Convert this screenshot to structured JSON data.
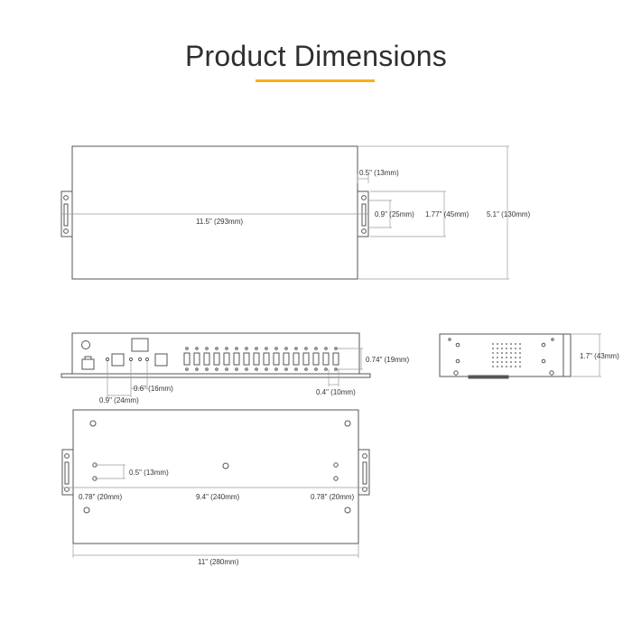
{
  "title": "Product Dimensions",
  "accent_color": "#f5b01c",
  "outline_color": "#555555",
  "dimension_line_color": "#9a9a9a",
  "top_view": {
    "length": "11.5\" (293mm)",
    "bracket_edge": "0.5\" (13mm)",
    "hole_spacing": "0.9\" (25mm)",
    "bracket_height": "1.77\" (45mm)",
    "width": "5.1\" (130mm)"
  },
  "front_view": {
    "port_height": "0.74\" (19mm)",
    "port_pitch": "0.4\" (10mm)",
    "button_spacing": "0.6\" (16mm)",
    "usb_offset": "0.9\" (24mm)"
  },
  "side_view": {
    "height": "1.7\" (43mm)"
  },
  "bottom_view": {
    "hole_offset_vertical": "0.5\" (13mm)",
    "left_margin": "0.78\" (20mm)",
    "hole_span": "9.4\" (240mm)",
    "right_margin": "0.78\" (20mm)",
    "overall_length": "11\" (280mm)"
  }
}
